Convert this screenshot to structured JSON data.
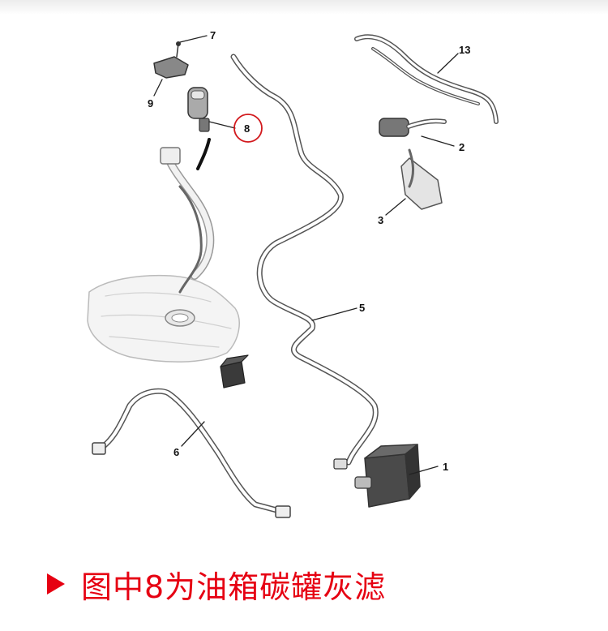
{
  "diagram": {
    "labels": {
      "p1": "1",
      "p2": "2",
      "p3": "3",
      "p5": "5",
      "p6": "6",
      "p7": "7",
      "p8": "8",
      "p9": "9",
      "p13": "13"
    },
    "highlight_color": "#d2191d"
  },
  "caption": {
    "text": "图中8为油箱碳罐灰滤",
    "color": "#e60012",
    "icon": "play-triangle-icon"
  }
}
